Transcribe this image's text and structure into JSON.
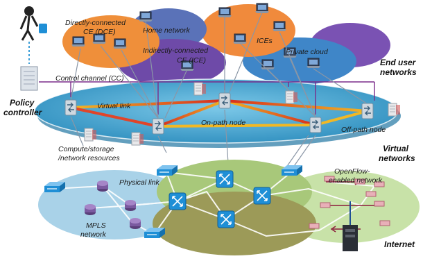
{
  "labels": {
    "dce_line1": "Directly-connected",
    "dce_line2": "CE (DCE)",
    "home_network": "Home network",
    "ice_line1": "Indirectly-connected",
    "ice_line2": "CE (ICE)",
    "ices": "ICEs",
    "private_cloud": "Private cloud",
    "end_user_line1": "End user",
    "end_user_line2": "networks",
    "control_channel": "Control channel (CC)",
    "policy_line1": "Policy",
    "policy_line2": "controller",
    "virtual_link": "Virtual link",
    "on_path_node": "On-path node",
    "off_path_node": "Off-path node",
    "compute_line1": "Compute/storage",
    "compute_line2": "/network resources",
    "virtual_line1": "Virtual",
    "virtual_line2": "networks",
    "physical_link": "Physical link",
    "openflow_line1": "OpenFlow-",
    "openflow_line2": "enabled network",
    "mpls_line1": "MPLS",
    "mpls_line2": "network",
    "internet": "Internet"
  },
  "colors": {
    "dce_region": "#ef8f3a",
    "home_region": "#5a72b8",
    "ice_region": "#6e4aa8",
    "ices_region": "#f08a3c",
    "private_cloud_region": "#3f86c8",
    "violet_region": "#7a52b3",
    "virtual_layer": "#3b9bc6",
    "mpls_region": "#a9d2e8",
    "internet_region": "#9fbf6a",
    "openflow_region": "#c8e2a8",
    "virtual_link_hot": "#d62b1e",
    "virtual_link_warm": "#f2b824",
    "control_channel": "#7a2b8a",
    "physical_link": "#ffffff"
  }
}
